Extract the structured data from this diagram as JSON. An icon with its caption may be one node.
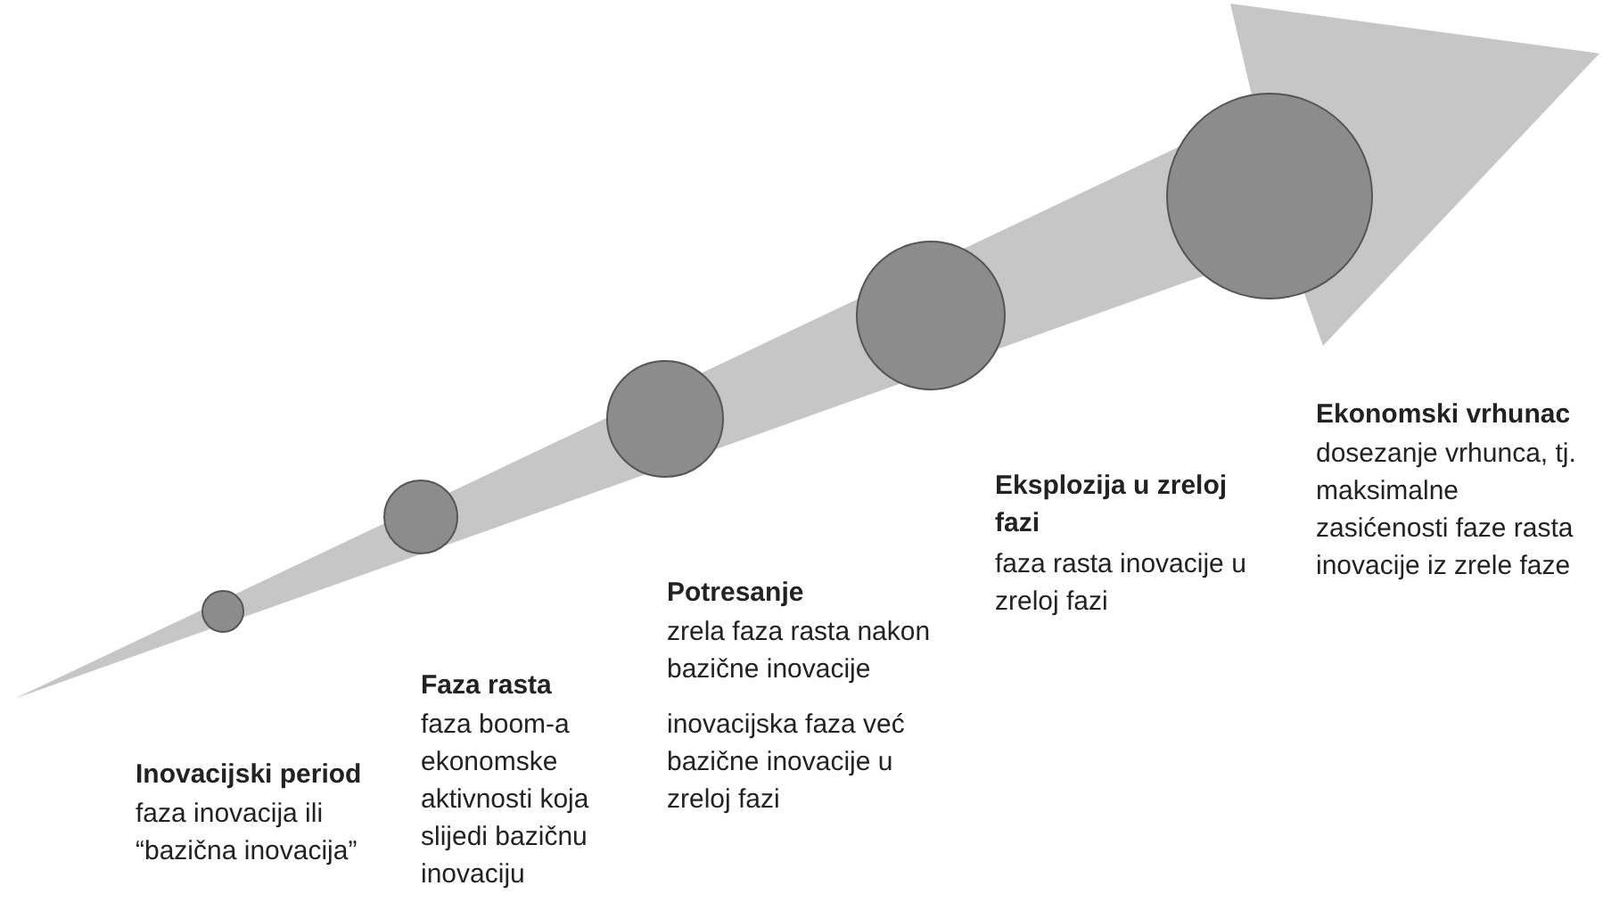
{
  "diagram": {
    "nodes": [
      {
        "text": [],
        "shape": "circle"
      },
      {
        "text": [],
        "shape": "circle"
      },
      {
        "text": [],
        "shape": "circle"
      },
      {
        "text": [],
        "shape": "circle"
      },
      {
        "text": [],
        "shape": "circle"
      }
    ],
    "edges": [],
    "labels": [
      "Inovacijski period",
      "faza inovacija ili “bazična inovacija”",
      "Faza rasta",
      "faza boom-a ekonomske aktivnosti koja slijedi bazičnu inovaciju",
      "Potresanje",
      "zrela faza rasta nakon bazične inovacije",
      "inovacijska faza već bazične inovacije u zreloj fazi",
      "Eksplozija u zreloj fazi",
      "faza rasta inovacije u zreloj fazi",
      "Ekonomski vrhunac",
      "dosezanje vrhunca, tj. maksimalne zasićenosti faze rasta inovacije iz zrele faze"
    ]
  }
}
